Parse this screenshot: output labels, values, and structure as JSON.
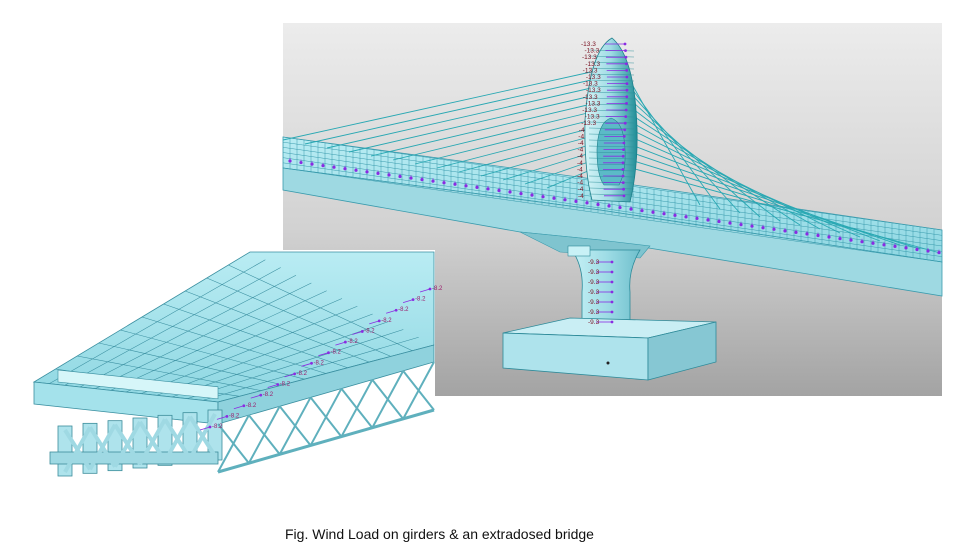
{
  "caption": "Fig. Wind Load on girders & an extradosed bridge",
  "tower_labels": [
    "-13.3",
    "-13.3",
    "-13.3",
    "-13.3",
    "-13.3",
    "-13.3",
    "-13.3",
    "-13.3",
    "-13.3",
    "-13.3",
    "-13.3",
    "-13.3",
    "-13.3",
    "-4",
    "-4",
    "-4",
    "-4",
    "-4",
    "-4",
    "-4",
    "-4",
    "-4",
    "-4",
    "-4"
  ],
  "pier_labels": [
    "-9.3",
    "-9.3",
    "-9.3",
    "-9.3",
    "-9.3",
    "-9.3",
    "-9.3"
  ],
  "girder_labels": [
    "-8.2",
    "-8.2",
    "-8.2",
    "-8.2",
    "-8.2",
    "-8.2",
    "-8.2",
    "-8.2",
    "-8.2",
    "-8.2",
    "-8.2",
    "-8.2",
    "-8.2",
    "-8.2"
  ],
  "colors": {
    "viewport_bg_top": "#e6e6e6",
    "viewport_bg_bottom": "#9a9a9a",
    "mesh_fill": "#a9e4ee",
    "mesh_line": "#2a8fa3",
    "cable": "#29a8b3",
    "load_marker": "#8a2be2",
    "load_label": "#7a1020"
  }
}
